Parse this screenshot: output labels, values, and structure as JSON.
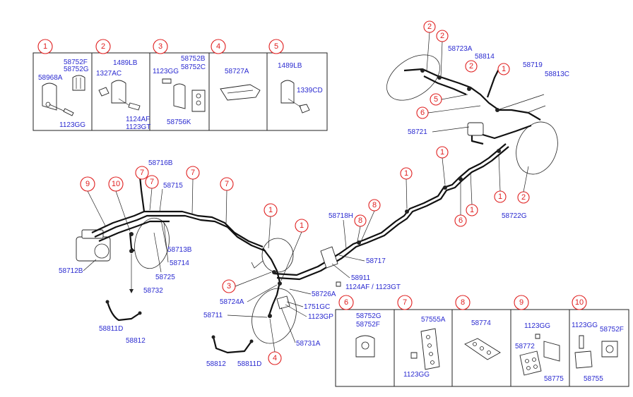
{
  "callouts": {
    "c1": "1",
    "c2": "2",
    "c3": "3",
    "c4": "4",
    "c5": "5",
    "c6": "6",
    "c7": "7",
    "c8": "8",
    "c9": "9",
    "c10": "10"
  },
  "parts": {
    "p58752F": "58752F",
    "p58752G": "58752G",
    "p58968A": "58968A",
    "p1123GG": "1123GG",
    "p1489LB": "1489LB",
    "p1327AC": "1327AC",
    "p1124AF": "1124AF",
    "p1123GT": "1123GT",
    "p58752B": "58752B",
    "p58752C": "58752C",
    "p58756K": "58756K",
    "p58727A": "58727A",
    "p1339CD": "1339CD",
    "p58723A": "58723A",
    "p58814": "58814",
    "p58719": "58719",
    "p58813C": "58813C",
    "p58721": "58721",
    "p58722G": "58722G",
    "p58716B": "58716B",
    "p58715": "58715",
    "p58713B": "58713B",
    "p58714": "58714",
    "p58725": "58725",
    "p58712B": "58712B",
    "p58732": "58732",
    "p58811D": "58811D",
    "p58812": "58812",
    "p58718H": "58718H",
    "p58717": "58717",
    "p58911": "58911",
    "p1124AF_1123GT": "1124AF / 1123GT",
    "p58726A": "58726A",
    "p58724A": "58724A",
    "p1751GC": "1751GC",
    "p1123GP": "1123GP",
    "p58711": "58711",
    "p58731A": "58731A",
    "p57555A": "57555A",
    "p58774": "58774",
    "p58772": "58772",
    "p58775": "58775",
    "p58755": "58755"
  }
}
